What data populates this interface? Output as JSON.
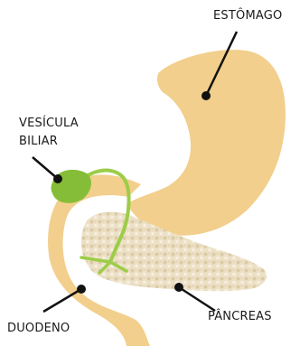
{
  "labels": {
    "stomach": "ESTÔMAGO",
    "gallbladder_line1": "VESÍCULA",
    "gallbladder_line2": "BILIAR",
    "duodenum": "DUODENO",
    "pancreas": "PÂNCREAS"
  },
  "colors": {
    "stomach": "#f2cf8c",
    "duodenum": "#f2cf8c",
    "pancreas": "#ece0c6",
    "gallbladder": "#86bd38",
    "bile_duct": "#9ccd48",
    "leader_line": "#111111",
    "label_text": "#1a1a1a"
  }
}
